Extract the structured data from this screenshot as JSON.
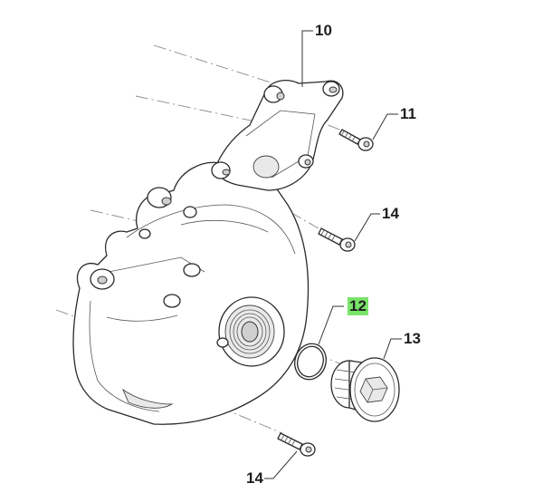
{
  "callouts": [
    {
      "id": "10",
      "label": "10",
      "highlight": false
    },
    {
      "id": "11",
      "label": "11",
      "highlight": false
    },
    {
      "id": "14a",
      "label": "14",
      "highlight": false
    },
    {
      "id": "12",
      "label": "12",
      "highlight": true
    },
    {
      "id": "13",
      "label": "13",
      "highlight": false
    },
    {
      "id": "14b",
      "label": "14",
      "highlight": false
    }
  ],
  "colors": {
    "highlight": "#79e36a",
    "line": "#2a2a2a",
    "axis": "#8a8a8a"
  }
}
